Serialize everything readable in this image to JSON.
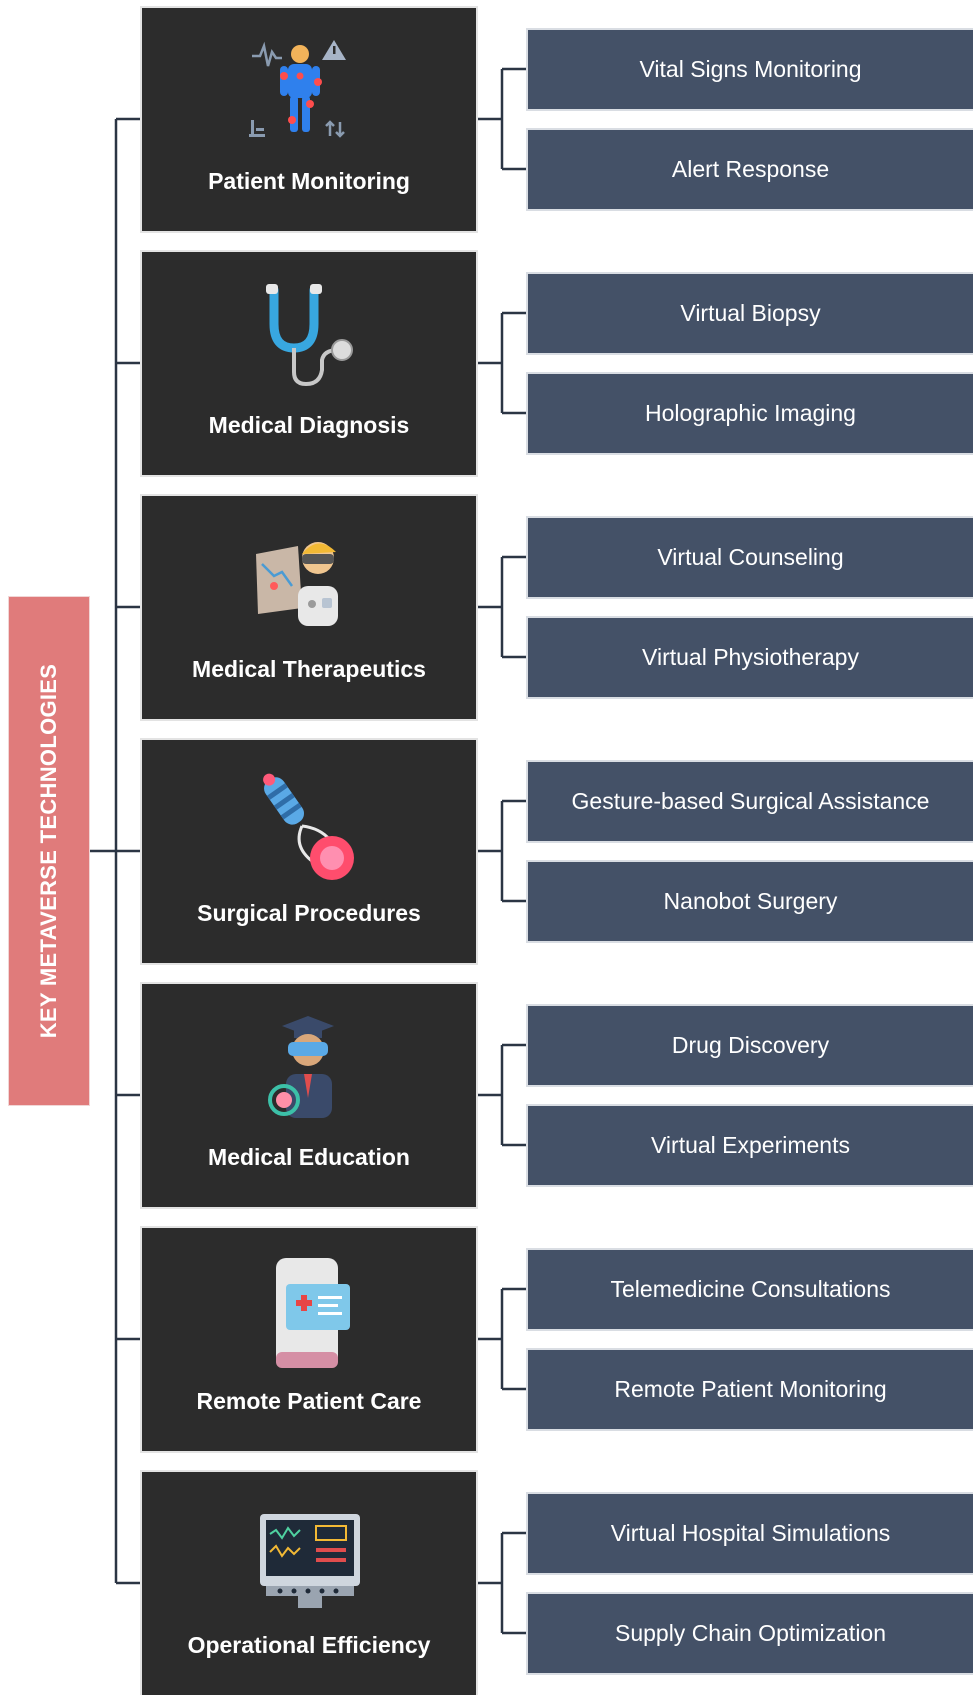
{
  "root": {
    "label": "KEY METAVERSE TECHNOLOGIES"
  },
  "categories": [
    {
      "label": "Patient Monitoring",
      "icon": "patient-monitoring-icon",
      "items": [
        "Vital Signs Monitoring",
        "Alert Response"
      ]
    },
    {
      "label": "Medical Diagnosis",
      "icon": "stethoscope-icon",
      "items": [
        "Virtual Biopsy",
        "Holographic Imaging"
      ]
    },
    {
      "label": "Medical Therapeutics",
      "icon": "vr-therapist-icon",
      "items": [
        "Virtual Counseling",
        "Virtual Physiotherapy"
      ]
    },
    {
      "label": "Surgical Procedures",
      "icon": "nanobot-surgery-icon",
      "items": [
        "Gesture-based Surgical Assistance",
        "Nanobot Surgery"
      ]
    },
    {
      "label": "Medical Education",
      "icon": "vr-student-icon",
      "items": [
        "Drug Discovery",
        "Virtual Experiments"
      ]
    },
    {
      "label": "Remote Patient Care",
      "icon": "mobile-health-icon",
      "items": [
        "Telemedicine Consultations",
        "Remote Patient Monitoring"
      ]
    },
    {
      "label": "Operational Efficiency",
      "icon": "monitor-dashboard-icon",
      "items": [
        "Virtual Hospital Simulations",
        "Supply Chain Optimization"
      ]
    }
  ],
  "colors": {
    "root": "#e07b7b",
    "category_bg": "#2c2c2c",
    "leaf_bg": "#445167",
    "connector": "#2b3544"
  }
}
